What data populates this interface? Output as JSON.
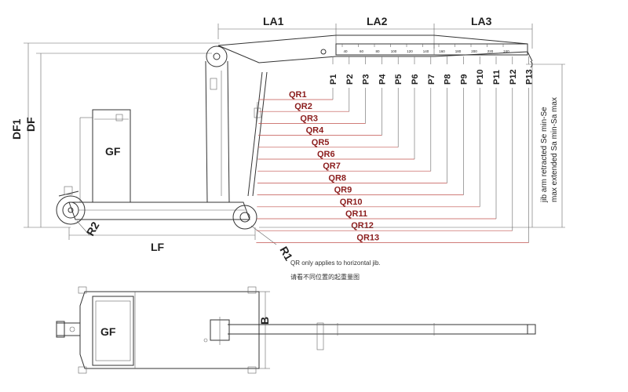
{
  "labels": {
    "la1": "LA1",
    "la2": "LA2",
    "la3": "LA3",
    "df1": "DF1",
    "df": "DF",
    "gf_side": "GF",
    "gf_top": "GF",
    "lf": "LF",
    "r1": "R1",
    "r2": "R2",
    "b": "B",
    "jib_retracted": "jib arm retracted Se min-Se",
    "jib_extended": "max extended Sa min-Sa max",
    "note_en": "QR only applies to horizontal jib.",
    "note_cn": "请看不同位置的起重量图"
  },
  "positions": [
    "P1",
    "P2",
    "P3",
    "P4",
    "P5",
    "P6",
    "P7",
    "P8",
    "P9",
    "P10",
    "P11",
    "P12",
    "P13"
  ],
  "qr": [
    "QR1",
    "QR2",
    "QR3",
    "QR4",
    "QR5",
    "QR6",
    "QR7",
    "QR8",
    "QR9",
    "QR10",
    "QR11",
    "QR12",
    "QR13"
  ],
  "scale_ticks": [
    "40",
    "60",
    "80",
    "100",
    "120",
    "140",
    "160",
    "180",
    "200",
    "220",
    "240"
  ]
}
